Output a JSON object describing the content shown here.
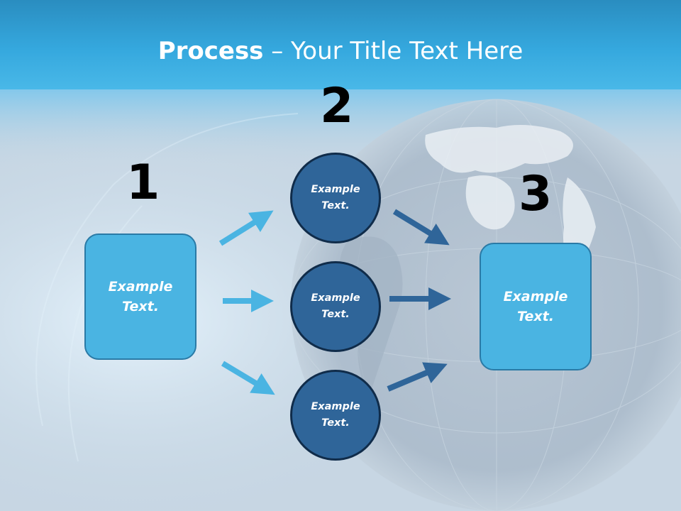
{
  "slide": {
    "title_bold": "Process",
    "title_rest": " – Your Title Text Here"
  },
  "steps": {
    "step1_number": "1",
    "step2_number": "2",
    "step3_number": "3"
  },
  "boxes": {
    "left_line1": "Example",
    "left_line2": "Text.",
    "right_line1": "Example",
    "right_line2": "Text."
  },
  "circles": [
    {
      "line1": "Example",
      "line2": "Text."
    },
    {
      "line1": "Example",
      "line2": "Text."
    },
    {
      "line1": "Example",
      "line2": "Text."
    }
  ],
  "colors": {
    "header": "#2a9fd3",
    "light_box": "#4ab4e2",
    "dark_circle": "#2f6599",
    "light_arrow": "#4ab4e2",
    "dark_arrow": "#2f6599"
  }
}
